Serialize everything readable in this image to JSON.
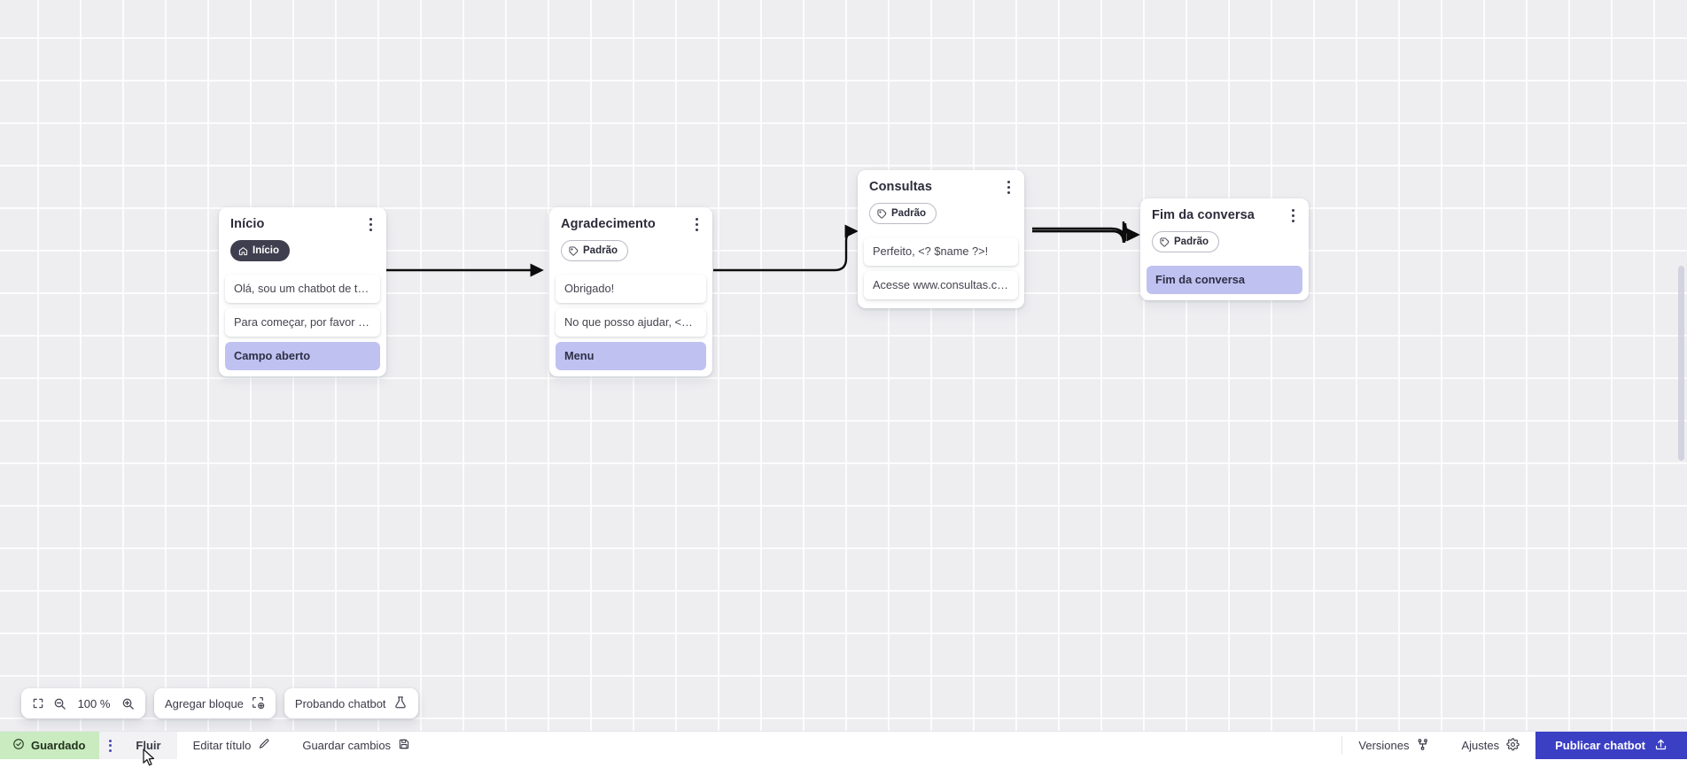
{
  "app": {
    "canvas_background": "#eeeef1",
    "accent": "#3b3fc4",
    "highlight_row_color": "#bfc2f0",
    "saved_chip_color": "#c9ebbf"
  },
  "nodes": [
    {
      "id": "inicio",
      "title": "Início",
      "badge": {
        "label": "Início",
        "icon": "home-icon",
        "style": "start"
      },
      "rows": [
        {
          "text": "Olá, sou um chatbot de teste!",
          "highlight": false
        },
        {
          "text": "Para começar, por favor digite o ...",
          "highlight": false
        },
        {
          "text": "Campo aberto",
          "highlight": true
        }
      ]
    },
    {
      "id": "agradecimento",
      "title": "Agradecimento",
      "badge": {
        "label": "Padrão",
        "icon": "tag-icon",
        "style": "default"
      },
      "rows": [
        {
          "text": "Obrigado!",
          "highlight": false
        },
        {
          "text": "No que posso ajudar, <? $name ...",
          "highlight": false
        },
        {
          "text": "Menu",
          "highlight": true
        }
      ]
    },
    {
      "id": "consultas",
      "title": "Consultas",
      "badge": {
        "label": "Padrão",
        "icon": "tag-icon",
        "style": "default"
      },
      "rows": [
        {
          "text": "Perfeito, <? $name ?>!",
          "highlight": false
        },
        {
          "text": "Acesse www.consultas.com par...",
          "highlight": false
        }
      ]
    },
    {
      "id": "fim",
      "title": "Fim da conversa",
      "badge": {
        "label": "Padrão",
        "icon": "tag-icon",
        "style": "default"
      },
      "rows": [
        {
          "text": "Fim da conversa",
          "highlight": true
        }
      ]
    }
  ],
  "toolbar": {
    "fit_icon": "fit-screen-icon",
    "zoom_out_icon": "zoom-out-icon",
    "zoom_level": "100 %",
    "zoom_in_icon": "zoom-in-icon",
    "add_block_label": "Agregar bloque",
    "add_block_icon": "add-block-icon",
    "test_chatbot_label": "Probando chatbot",
    "test_chatbot_icon": "flask-icon"
  },
  "statusbar": {
    "saved_label": "Guardado",
    "saved_icon": "check-circle-icon",
    "menu_icon": "kebab-menu-icon",
    "flow_tab_label": "Fluir",
    "edit_title_label": "Editar título",
    "edit_title_icon": "pencil-icon",
    "save_changes_label": "Guardar cambios",
    "save_changes_icon": "floppy-disk-icon",
    "versions_label": "Versiones",
    "versions_icon": "branch-icon",
    "settings_label": "Ajustes",
    "settings_icon": "gear-icon",
    "publish_label": "Publicar chatbot",
    "publish_icon": "upload-icon"
  }
}
